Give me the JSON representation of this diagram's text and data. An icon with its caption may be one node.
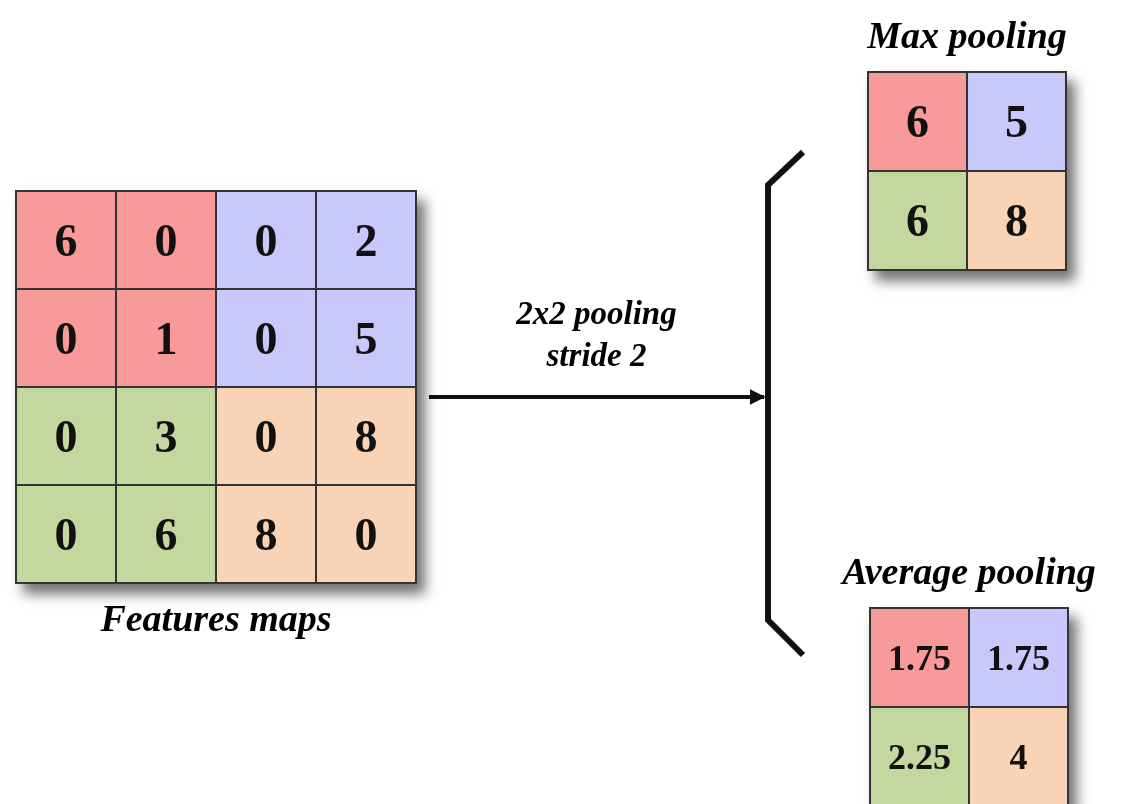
{
  "diagram": {
    "nodes": [
      {
        "text": [
          "Features maps"
        ]
      },
      {
        "text": [
          "6"
        ],
        "in": 0
      },
      {
        "text": [
          "0"
        ],
        "in": 0
      },
      {
        "text": [
          "0"
        ],
        "in": 0
      },
      {
        "text": [
          "2"
        ],
        "in": 0
      },
      {
        "text": [
          "0"
        ],
        "in": 0
      },
      {
        "text": [
          "1"
        ],
        "in": 0
      },
      {
        "text": [
          "0"
        ],
        "in": 0
      },
      {
        "text": [
          "5"
        ],
        "in": 0
      },
      {
        "text": [
          "0"
        ],
        "in": 0
      },
      {
        "text": [
          "3"
        ],
        "in": 0
      },
      {
        "text": [
          "0"
        ],
        "in": 0
      },
      {
        "text": [
          "8"
        ],
        "in": 0
      },
      {
        "text": [
          "0"
        ],
        "in": 0
      },
      {
        "text": [
          "6"
        ],
        "in": 0
      },
      {
        "text": [
          "8"
        ],
        "in": 0
      },
      {
        "text": [
          "0"
        ],
        "in": 0
      },
      {
        "text": [],
        "shape": "bracket"
      },
      {
        "text": [
          "Max pooling"
        ]
      },
      {
        "text": [
          "6"
        ],
        "in": 18
      },
      {
        "text": [
          "5"
        ],
        "in": 18
      },
      {
        "text": [
          "6"
        ],
        "in": 18
      },
      {
        "text": [
          "8"
        ],
        "in": 18
      },
      {
        "text": [
          "Average pooling"
        ]
      },
      {
        "text": [
          "1.75"
        ],
        "in": 23
      },
      {
        "text": [
          "1.75"
        ],
        "in": 23
      },
      {
        "text": [
          "2.25"
        ],
        "in": 23
      },
      {
        "text": [
          "4"
        ],
        "in": 23
      }
    ],
    "edges": [
      {
        "from": 0,
        "to": 17,
        "arrow": "to",
        "label": "2x2 pooling stride 2"
      }
    ]
  }
}
